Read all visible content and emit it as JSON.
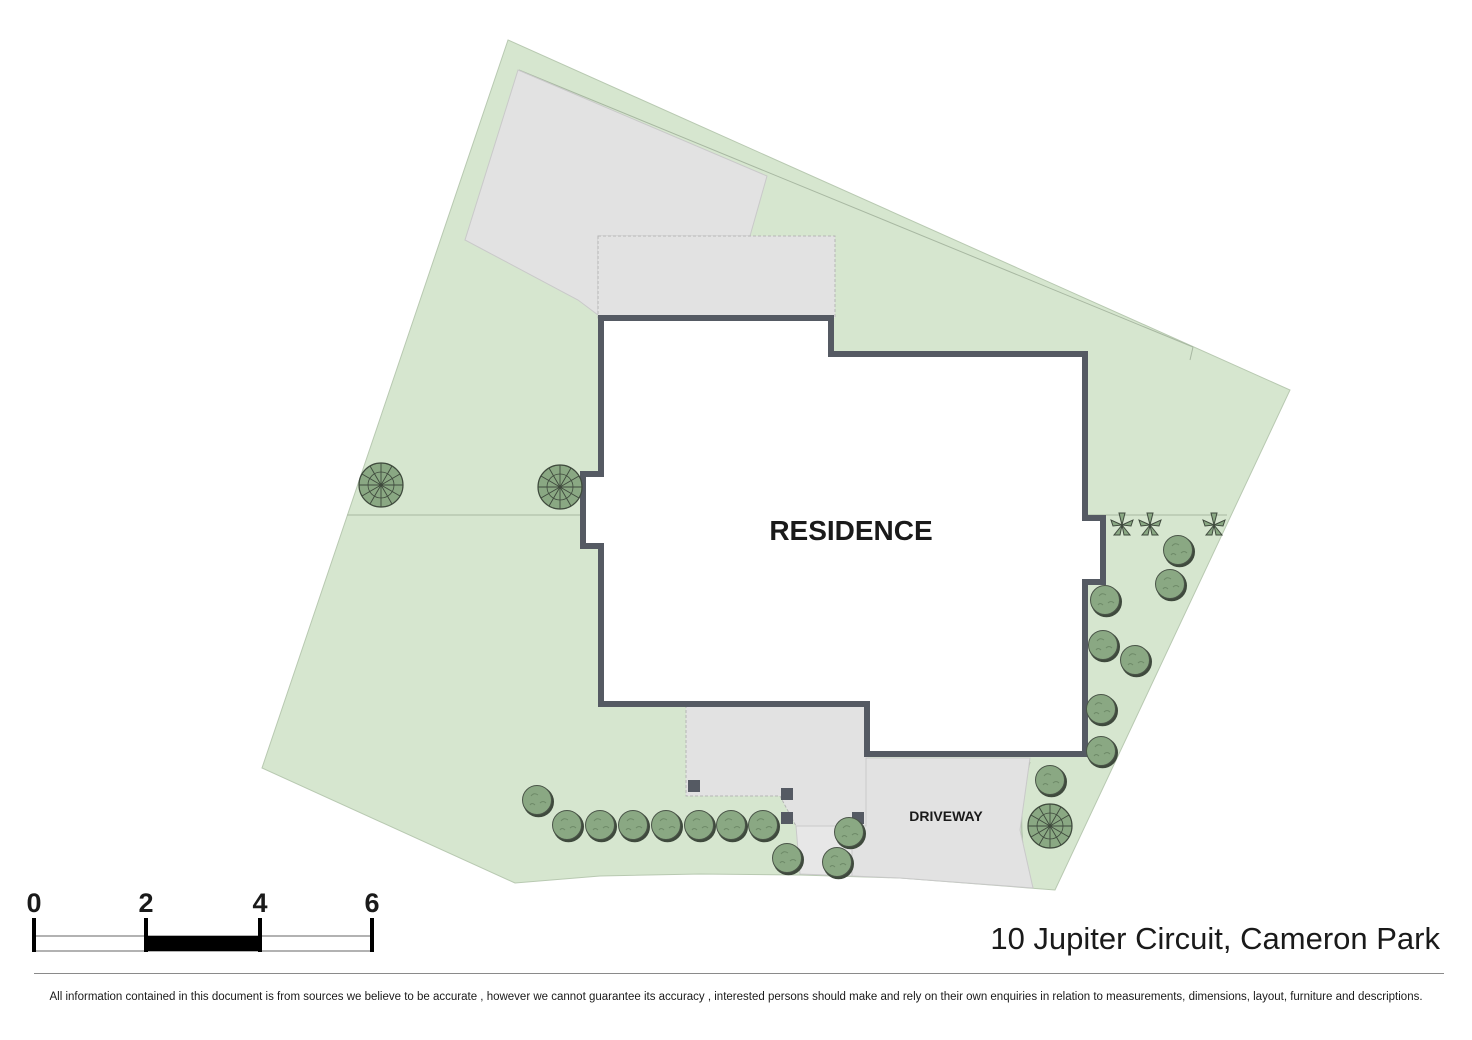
{
  "labels": {
    "residence": "RESIDENCE",
    "driveway": "DRIVEWAY"
  },
  "scale_bar": {
    "ticks": [
      "0",
      "2",
      "4",
      "6"
    ]
  },
  "address": "10 Jupiter Circuit, Cameron Park",
  "disclaimer": "All information contained in this document is from sources we believe to be accurate , however we cannot guarantee its accuracy , interested persons should make and rely on their own enquiries in relation to measurements, dimensions, layout, furniture and descriptions.",
  "colors": {
    "lawn": "#d6e6cf",
    "paving": "#e2e2e2",
    "building_outline": "#555a63",
    "shrub": "#8aa883",
    "shrub_shadow": "#3f4a3d",
    "post": "#555a63"
  },
  "icons": [
    "round-shrub-icon",
    "palm-tree-icon",
    "fern-plant-icon",
    "fence-post-icon"
  ]
}
